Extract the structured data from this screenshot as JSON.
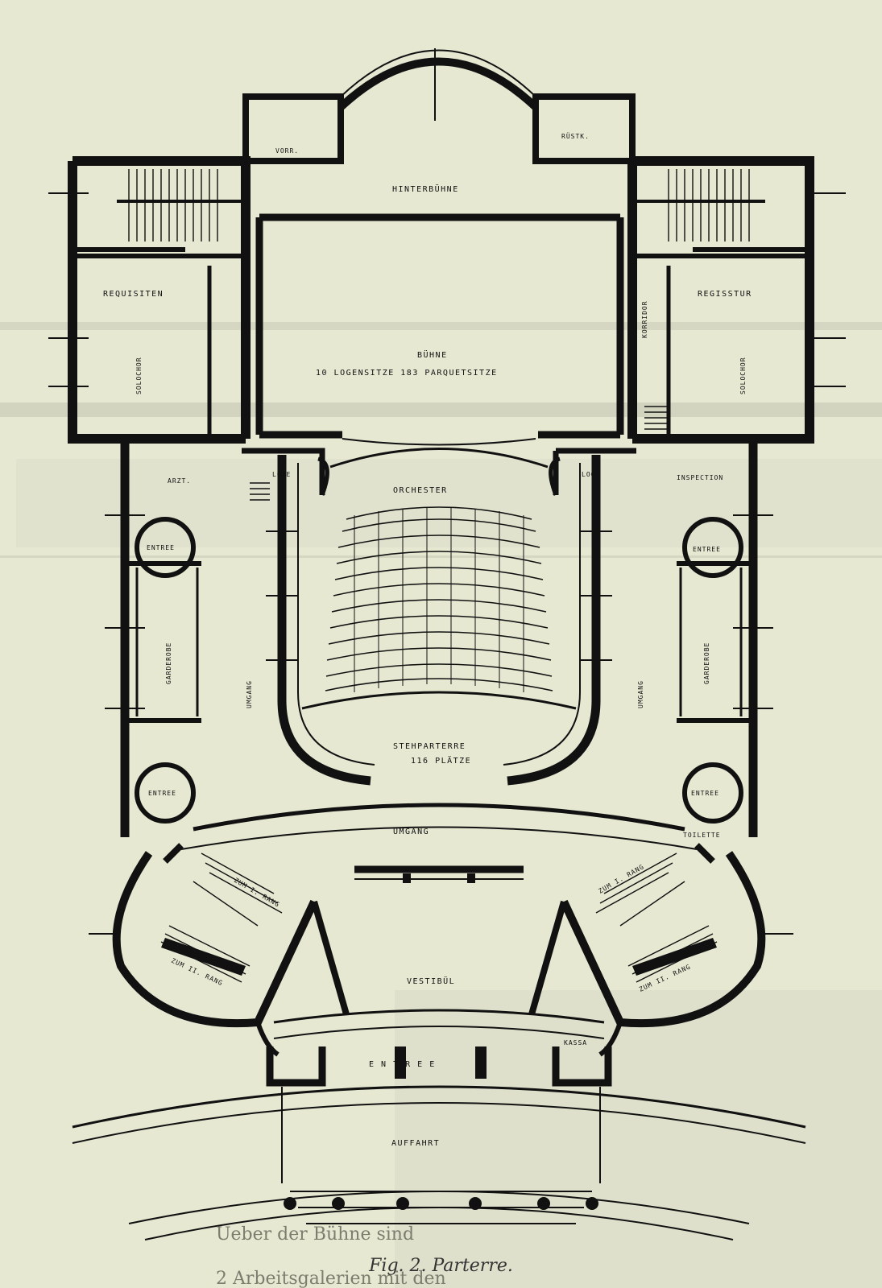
{
  "caption": "Fig. 2. Parterre.",
  "rooms": {
    "vorr": "VORR.",
    "rustk": "RÜSTK.",
    "hinterbuehne": "HINTERBÜHNE",
    "requisiten": "REQUISITEN",
    "registur": "REGISSTUR",
    "korridor": "KORRIDOR",
    "buehne": "BÜHNE",
    "logensitze": "10 LOGENSITZE   183 PARQUETSITZE",
    "solochor_left": "SOLOCHOR",
    "solochor_right": "SOLOCHOR",
    "arzt": "ARZT.",
    "loge_left": "LOGE",
    "loge_right": "LOGE",
    "orchester": "ORCHESTER",
    "inspection": "INSPECTION",
    "entree_top_left": "ENTREE",
    "entree_top_right": "ENTREE",
    "garderobe_left": "GARDEROBE",
    "garderobe_right": "GARDEROBE",
    "umgang_left": "UMGANG",
    "umgang_right": "UMGANG",
    "stehparterre": "STEHPARTERRE",
    "plaetze": "116 PLÄTZE",
    "entree_bottom_left": "ENTREE",
    "entree_bottom_right": "ENTREE",
    "umgang_bottom": "UMGANG",
    "toilette": "TOILETTE",
    "zum_i_rang_left": "ZUM I. RANG",
    "zum_i_rang_right": "ZUM I. RANG",
    "zum_ii_rang_left": "ZUM II. RANG",
    "zum_ii_rang_right": "ZUM II. RANG",
    "vestibuel": "VESTIBÜL",
    "kassa": "KASSA",
    "entree_main": "E    N    T    R    E    E",
    "auffahrt": "AUFFAHRT"
  },
  "page_text": {
    "lines": [
      "Ueber  der  Bühne  sind",
      "2  Arbeitsgalerien  mit  den"
    ]
  }
}
